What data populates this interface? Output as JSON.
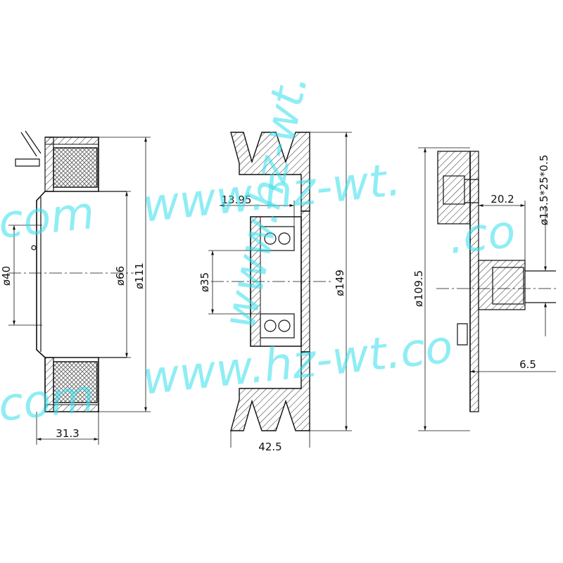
{
  "watermark": {
    "text_1": "www.hz-wt.",
    "text_2": "www.hz-wt.co",
    "text_3": ".com",
    "text_4": ".com",
    "text_5": "www.hz-wt.",
    "text_6": ".co",
    "color": "#34e0ec"
  },
  "coil": {
    "dia_inner": "ø40",
    "dia_bore": "ø66",
    "dia_outer": "ø111",
    "width": "31.3"
  },
  "pulley": {
    "offset": "13.95",
    "bearing_dia": "ø35",
    "outer_dia": "ø149",
    "width": "42.5"
  },
  "hub": {
    "spline": "ø13.5*25*0.5",
    "length": "20.2",
    "plate_dia": "ø109.5",
    "gap": "6.5"
  }
}
